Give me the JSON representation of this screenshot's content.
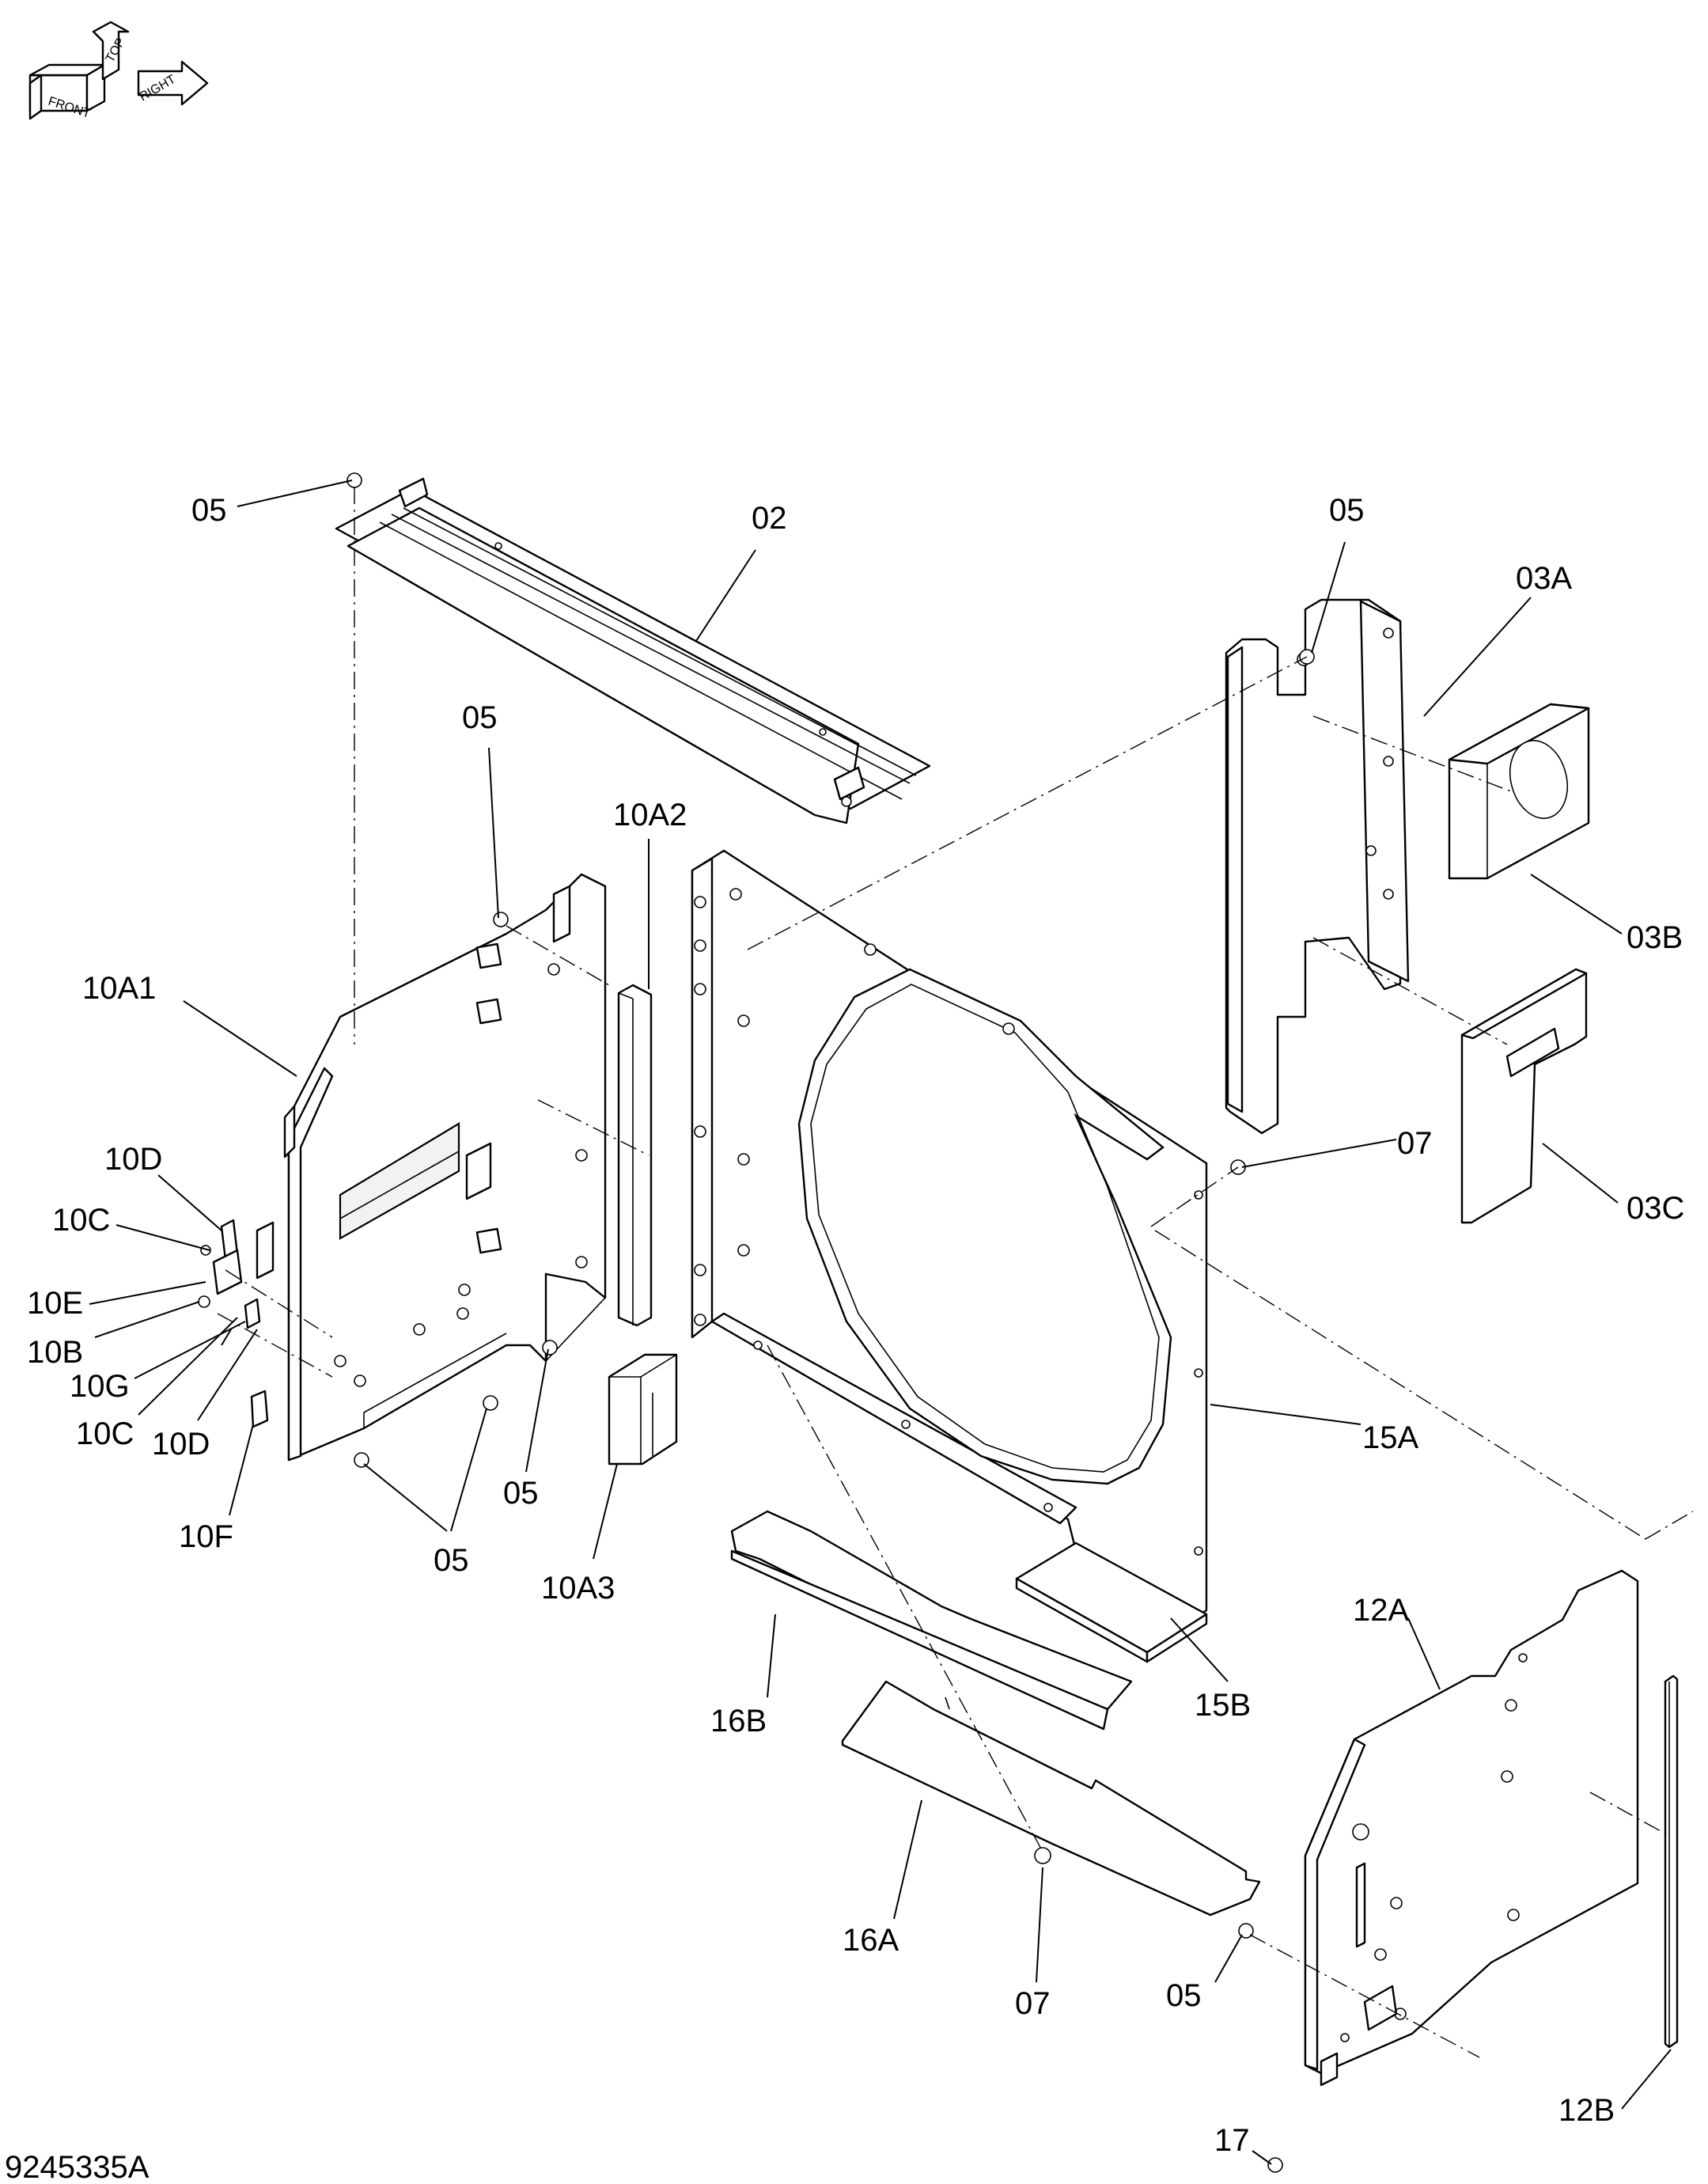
{
  "drawing_number": "9245335A",
  "orientation_icon": {
    "labels": [
      "FRONT",
      "TOP",
      "RIGHT"
    ]
  },
  "callouts": [
    {
      "id": "c-05-a",
      "text": "05"
    },
    {
      "id": "c-02",
      "text": "02"
    },
    {
      "id": "c-05-b",
      "text": "05"
    },
    {
      "id": "c-03A",
      "text": "03A"
    },
    {
      "id": "c-05-c",
      "text": "05"
    },
    {
      "id": "c-10A2",
      "text": "10A2"
    },
    {
      "id": "c-03B",
      "text": "03B"
    },
    {
      "id": "c-10A1",
      "text": "10A1"
    },
    {
      "id": "c-10D-a",
      "text": "10D"
    },
    {
      "id": "c-07-a",
      "text": "07"
    },
    {
      "id": "c-10C-a",
      "text": "10C"
    },
    {
      "id": "c-03C",
      "text": "03C"
    },
    {
      "id": "c-10E",
      "text": "10E"
    },
    {
      "id": "c-10B",
      "text": "10B"
    },
    {
      "id": "c-10G",
      "text": "10G"
    },
    {
      "id": "c-10C-b",
      "text": "10C"
    },
    {
      "id": "c-10D-b",
      "text": "10D"
    },
    {
      "id": "c-15A",
      "text": "15A"
    },
    {
      "id": "c-05-d",
      "text": "05"
    },
    {
      "id": "c-10F",
      "text": "10F"
    },
    {
      "id": "c-05-e",
      "text": "05"
    },
    {
      "id": "c-10A3",
      "text": "10A3"
    },
    {
      "id": "c-15B",
      "text": "15B"
    },
    {
      "id": "c-16B",
      "text": "16B"
    },
    {
      "id": "c-12A",
      "text": "12A"
    },
    {
      "id": "c-16A",
      "text": "16A"
    },
    {
      "id": "c-07-b",
      "text": "07"
    },
    {
      "id": "c-05-f",
      "text": "05"
    },
    {
      "id": "c-17",
      "text": "17"
    },
    {
      "id": "c-12B",
      "text": "12B"
    }
  ]
}
